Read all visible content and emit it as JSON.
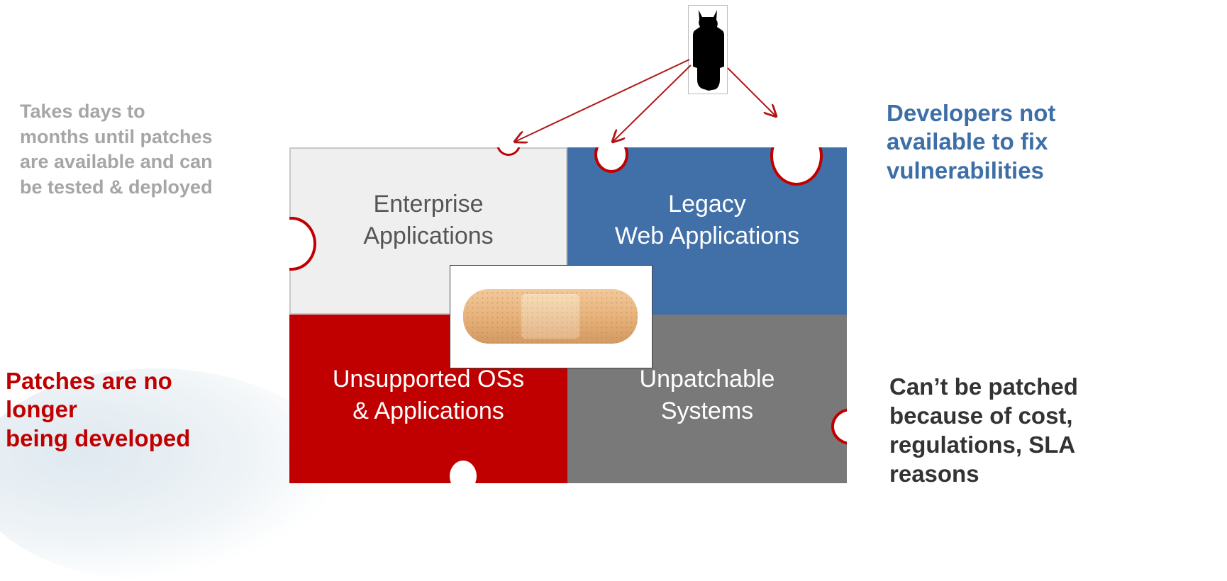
{
  "annotations": {
    "left_top": "Takes days to\nmonths until patches\nare available and can\nbe tested & deployed",
    "right_top": "Developers not\navailable to fix\nvulnerabilities",
    "left_bottom": "Patches are no\nlonger\nbeing developed",
    "right_bottom": "Can’t be patched\nbecause of cost,\nregulations, SLA\nreasons"
  },
  "pieces": {
    "enterprise": "Enterprise\nApplications",
    "legacy": "Legacy\nWeb Applications",
    "unsupported": "Unsupported OSs\n& Applications",
    "unpatchable": "Unpatchable\nSystems"
  },
  "icons": {
    "attacker": "attacker-silhouette-icon",
    "bandage": "bandage-icon"
  },
  "colors": {
    "red": "#c00000",
    "blue": "#4170a8",
    "gray": "#797979",
    "light": "#efefef",
    "note_gray": "#a6a6a6",
    "note_blue": "#3d6ea6",
    "note_dark": "#333333",
    "arrow": "#b01818"
  }
}
